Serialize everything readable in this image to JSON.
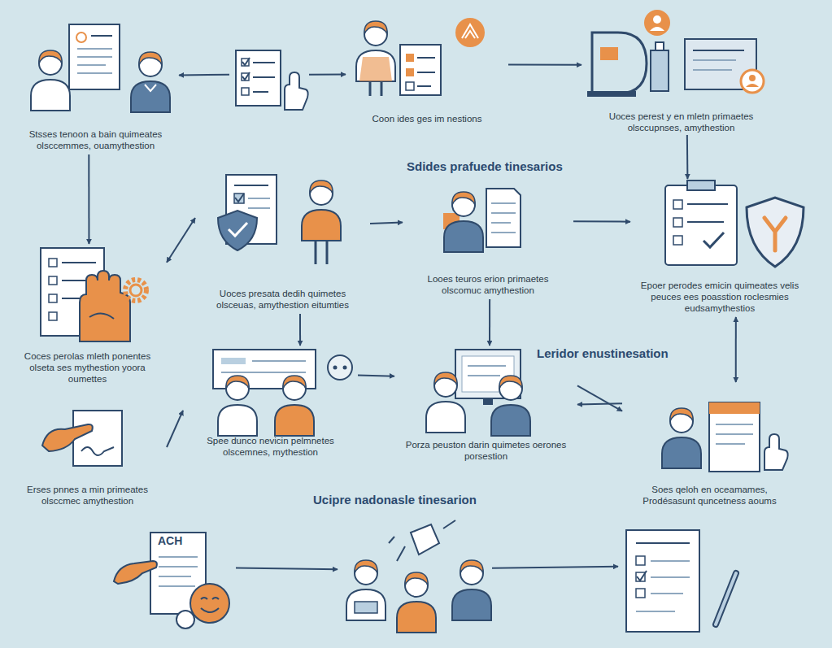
{
  "diagram": {
    "nodes": [
      {
        "text": [
          "Stsses tenoon a bain quimeates olsccemmes, ouamythestion"
        ]
      },
      {
        "text": []
      },
      {
        "text": [
          "Coon ides ges im nestions"
        ]
      },
      {
        "text": [
          "Uoces perest y en mletn primaetes olsccupnses, amythestion"
        ]
      },
      {
        "text": [
          "Uoces presata dedih quimetes olsceuas, amythestion eitumties"
        ]
      },
      {
        "text": [
          "Looes teuros erion primaetes olscomuc amythestion"
        ]
      },
      {
        "text": [
          "Epoer perodes emicin quimeates velis peuces ees poasstion roclesmies eudsamythestios"
        ]
      },
      {
        "text": [
          "Coces perolas mleth ponentes olseta ses mythestion yoora oumettes"
        ]
      },
      {
        "text": [
          "Spee dunco nevicin pelmnetes olscemnes, mythestion"
        ]
      },
      {
        "text": [
          "Porza peuston darin quimetes oerones porsestion"
        ]
      },
      {
        "text": [
          "Soes qeloh en oceamames, Prodésasunt quncetness aoums"
        ]
      },
      {
        "text": [
          "Erses pnnes a min primeates olsccmec amythestion"
        ]
      },
      {
        "text": [
          "ACH"
        ]
      },
      {
        "text": []
      },
      {
        "text": []
      }
    ],
    "edges": [
      {
        "from": 1,
        "to": 0,
        "arrow": "to"
      },
      {
        "from": 1,
        "to": 2,
        "arrow": "to"
      },
      {
        "from": 2,
        "to": 3,
        "arrow": "to"
      },
      {
        "from": 0,
        "to": 7,
        "arrow": "to"
      },
      {
        "from": 3,
        "to": 6,
        "arrow": "to"
      },
      {
        "from": 7,
        "to": 4,
        "arrow": "both"
      },
      {
        "from": 4,
        "to": 5,
        "arrow": "to"
      },
      {
        "from": 5,
        "to": 6,
        "arrow": "to"
      },
      {
        "from": 4,
        "to": 8,
        "arrow": "to"
      },
      {
        "from": 5,
        "to": 9,
        "arrow": "to"
      },
      {
        "from": 6,
        "to": 10,
        "arrow": "both"
      },
      {
        "from": 11,
        "to": 8,
        "arrow": "to"
      },
      {
        "from": 8,
        "to": 9,
        "arrow": "to"
      },
      {
        "from": 10,
        "to": 9,
        "arrow": "to"
      },
      {
        "from": 9,
        "to": 10,
        "arrow": "to"
      },
      {
        "from": 12,
        "to": 13,
        "arrow": "to"
      },
      {
        "from": 13,
        "to": 14,
        "arrow": "to"
      }
    ],
    "labels": [
      "Sdides prafuede tinesarios",
      "Leridor enustinesation",
      "Ucipre nadonasle tinesarion"
    ]
  }
}
